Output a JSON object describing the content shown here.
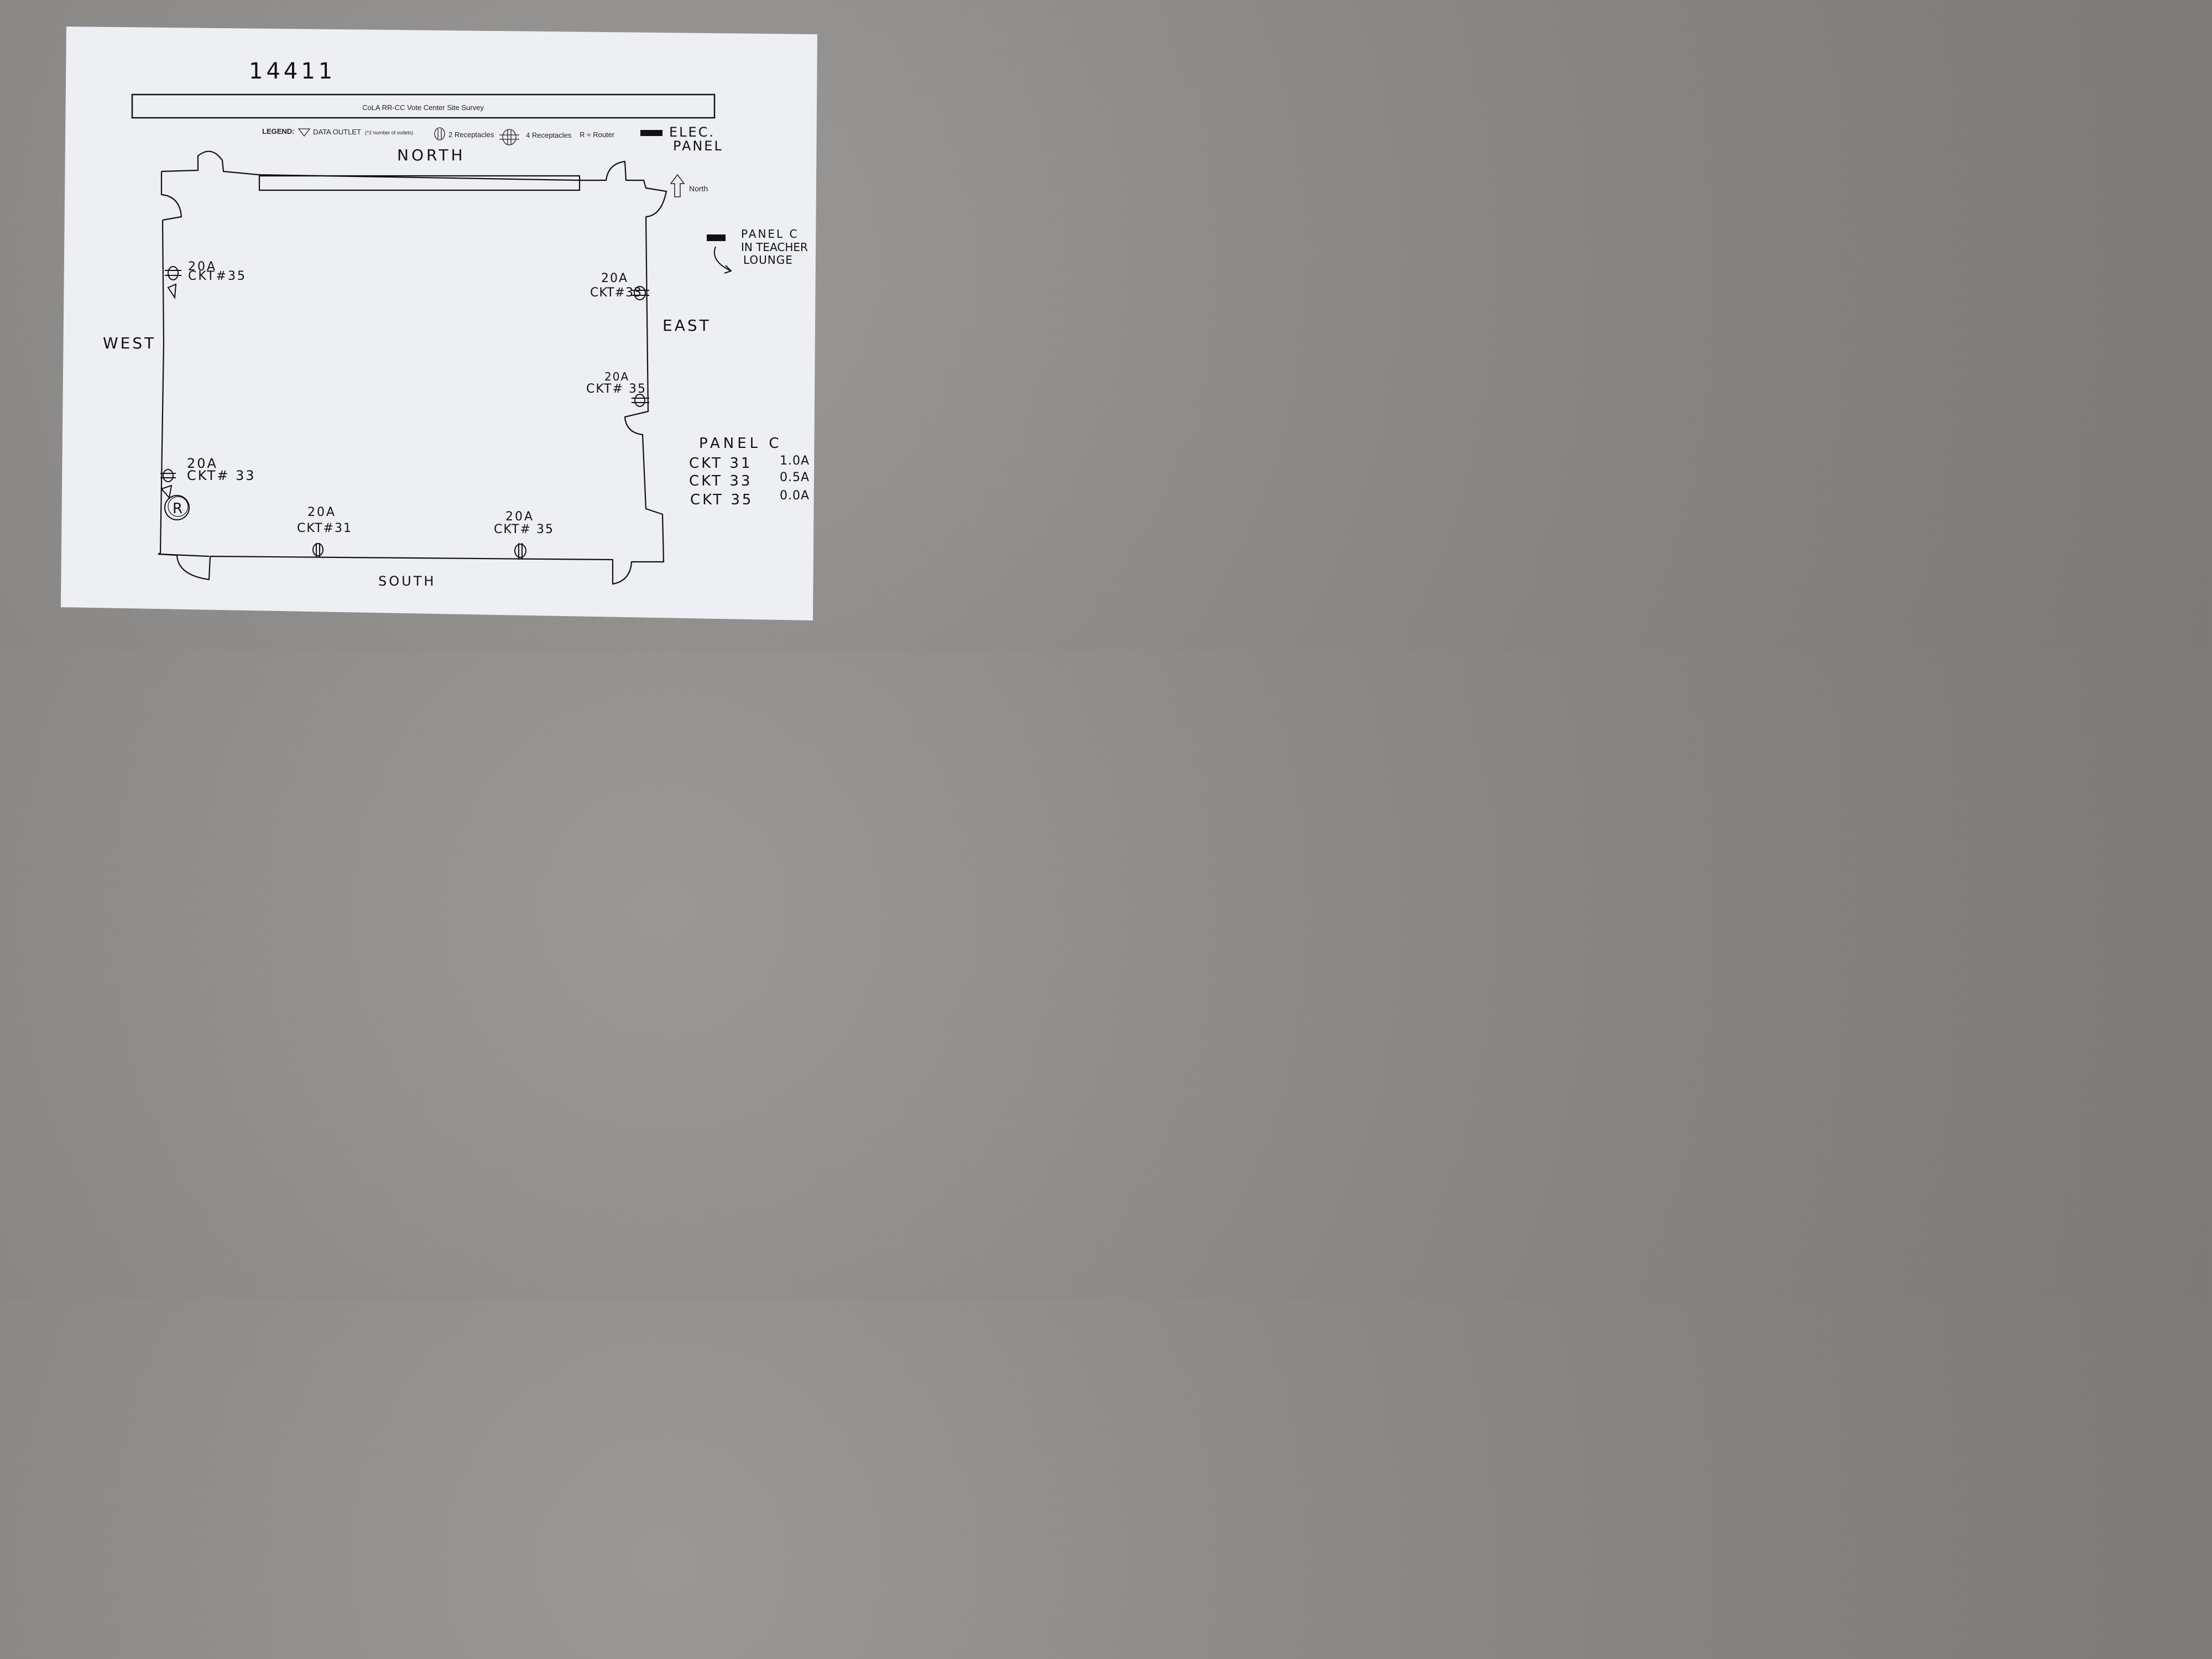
{
  "page_number": "14411",
  "form": {
    "title": "CoLA RR-CC Vote Center Site Survey"
  },
  "legend": {
    "label": "LEGEND:",
    "data_outlet": "DATA OUTLET",
    "data_outlet_note": "(^2 number of outlets)",
    "two_receptacles": "2 Receptacles",
    "four_receptacles": "4 Receptacles",
    "router": "R = Router",
    "elec_panel_line1": "ELEC.",
    "elec_panel_line2": "PANEL"
  },
  "compass": {
    "north_arrow_label": "North",
    "north": "NORTH",
    "south": "SOUTH",
    "east": "EAST",
    "west": "WEST"
  },
  "panel_note": {
    "line1": "PANEL C",
    "line2": "IN TEACHER",
    "line3": "LOUNGE"
  },
  "receptacles": {
    "west_upper": {
      "amps": "20A",
      "circuit": "CKT#35"
    },
    "west_lower": {
      "amps": "20A",
      "circuit": "CKT# 33"
    },
    "east_upper": {
      "amps": "20A",
      "circuit": "CKT#33"
    },
    "east_lower": {
      "amps": "20A",
      "circuit": "CKT# 35"
    },
    "south_left": {
      "amps": "20A",
      "circuit": "CKT#31"
    },
    "south_right": {
      "amps": "20A",
      "circuit": "CKT# 35"
    }
  },
  "router_symbol": "R",
  "panel_table": {
    "title": "PANEL C",
    "rows": [
      {
        "circuit": "CKT 31",
        "load": "1.0A"
      },
      {
        "circuit": "CKT 33",
        "load": "0.5A"
      },
      {
        "circuit": "CKT 35",
        "load": "0.0A"
      }
    ]
  }
}
